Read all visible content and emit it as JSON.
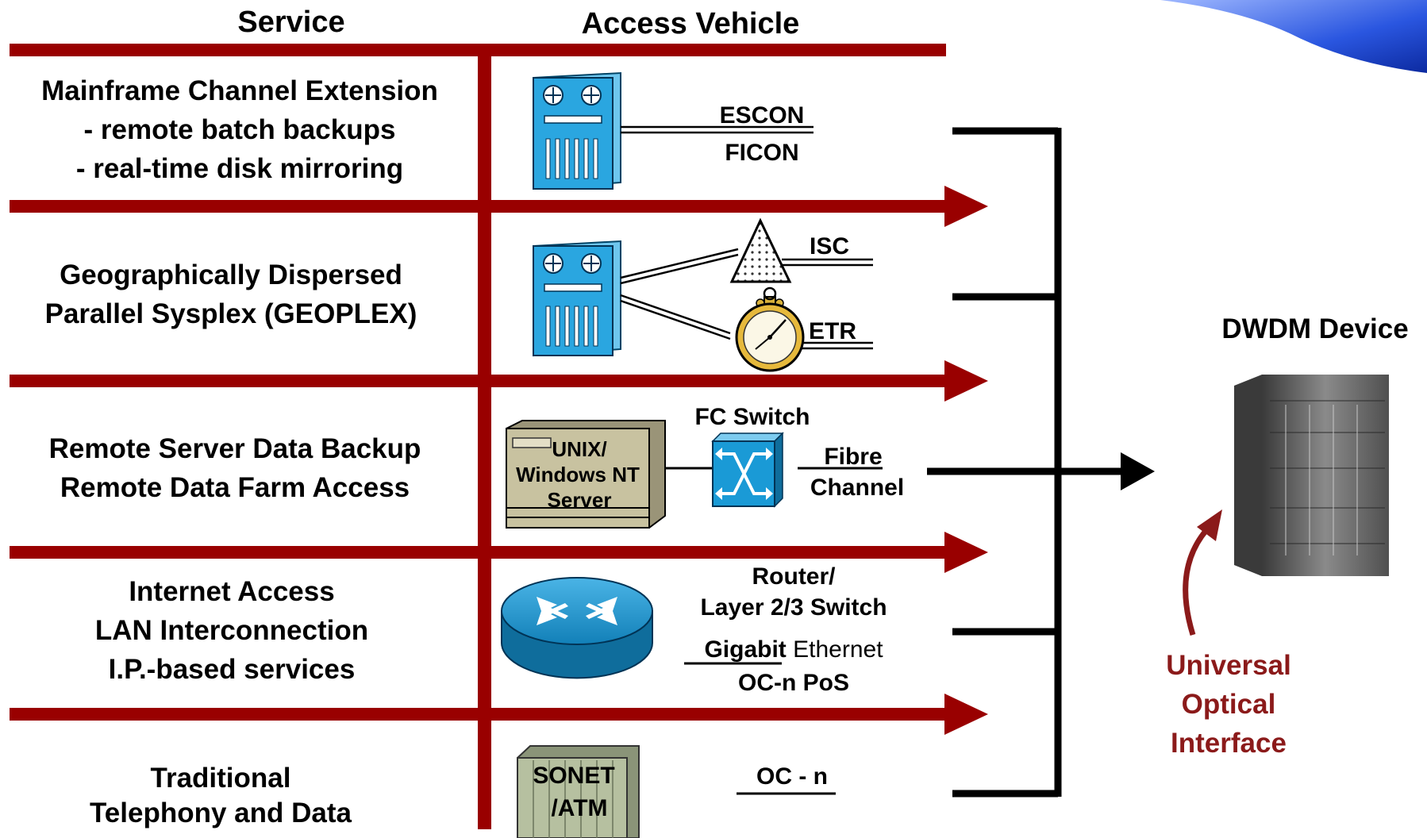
{
  "headers": {
    "service": "Service",
    "access_vehicle": "Access Vehicle"
  },
  "services": [
    {
      "lines": [
        "Mainframe Channel Extension",
        "- remote batch backups",
        "- real-time disk mirroring"
      ]
    },
    {
      "lines": [
        "Geographically Dispersed",
        "Parallel Sysplex (GEOPLEX)"
      ]
    },
    {
      "lines": [
        "Remote Server Data Backup",
        "Remote Data Farm Access"
      ]
    },
    {
      "lines": [
        "Internet Access",
        "LAN Interconnection",
        "I.P.-based services"
      ]
    },
    {
      "lines": [
        "Traditional",
        "Telephony and Data"
      ]
    }
  ],
  "access": {
    "escon": "ESCON",
    "ficon": "FICON",
    "isc": "ISC",
    "etr": "ETR",
    "fc_switch": "FC Switch",
    "server_line1": "UNIX/",
    "server_line2": "Windows NT",
    "server_line3": "Server",
    "fibre": "Fibre",
    "channel": "Channel",
    "router_line1": "Router/",
    "router_line2": "Layer 2/3 Switch",
    "gigabit": "Gigabit",
    "ethernet": " Ethernet",
    "ocn_pos": "OC-n PoS",
    "sonet": "SONET",
    "atm": "/ATM",
    "ocn": "OC - n"
  },
  "dwdm_device": "DWDM Device",
  "universal_optical_interface": [
    "Universal",
    "Optical",
    "Interface"
  ],
  "colors": {
    "band_red": "#990000",
    "uoi_text": "#8b1a1a",
    "mainframe_blue": "#2aa6e0",
    "switch_blue": "#1a9ad6",
    "server_tan": "#c8c2a0",
    "sonet_green": "#b6c0a0"
  }
}
